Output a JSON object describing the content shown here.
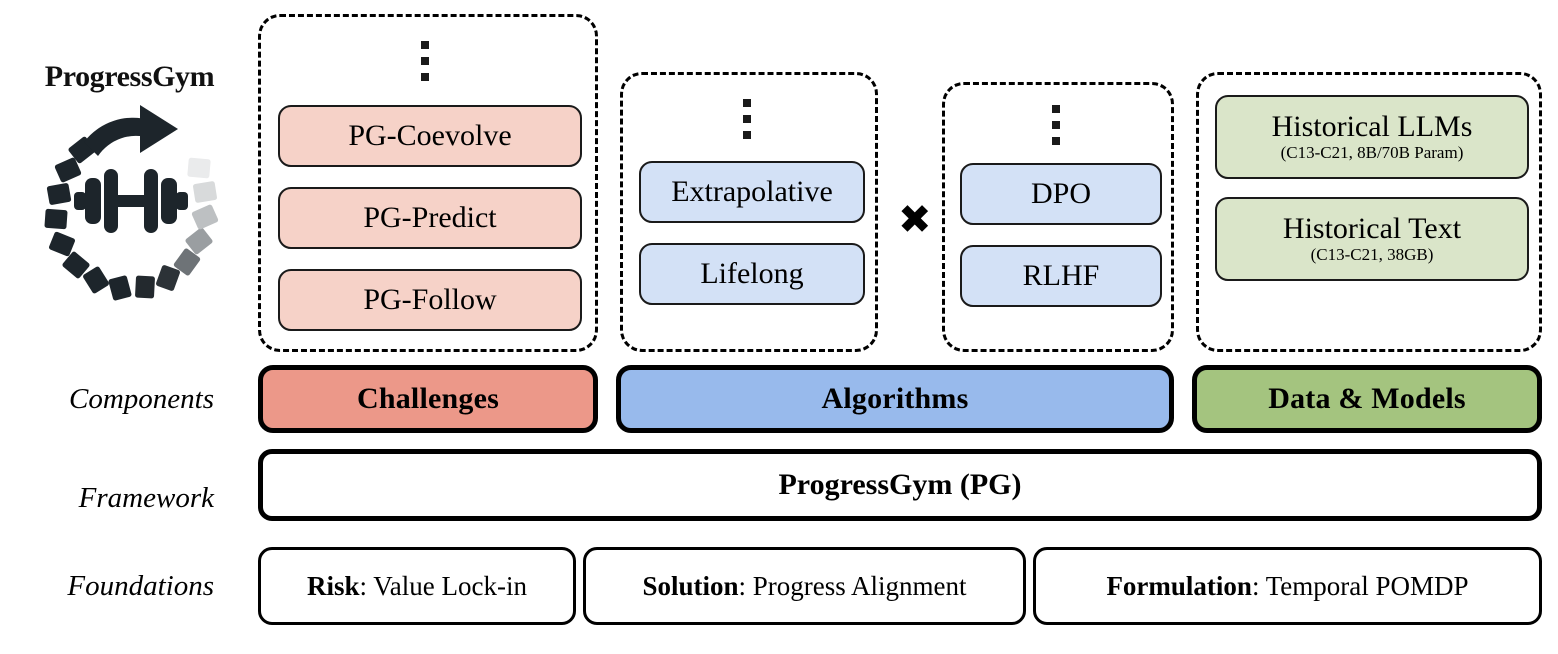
{
  "brand": {
    "title": "ProgressGym",
    "logo_icon": "progress-ring-dumbbell-icon"
  },
  "row_labels": {
    "components": "Components",
    "framework": "Framework",
    "foundations": "Foundations"
  },
  "groups": {
    "challenges": {
      "ellipsis_icon": "vertical-ellipsis-icon",
      "items": [
        {
          "label": "PG-Coevolve"
        },
        {
          "label": "PG-Predict"
        },
        {
          "label": "PG-Follow"
        }
      ]
    },
    "algorithms_left": {
      "ellipsis_icon": "vertical-ellipsis-icon",
      "items": [
        {
          "label": "Extrapolative"
        },
        {
          "label": "Lifelong"
        }
      ]
    },
    "algorithms_right": {
      "ellipsis_icon": "vertical-ellipsis-icon",
      "items": [
        {
          "label": "DPO"
        },
        {
          "label": "RLHF"
        }
      ]
    },
    "data_models": {
      "items": [
        {
          "label": "Historical LLMs",
          "sub": "(C13-C21, 8B/70B Param)"
        },
        {
          "label": "Historical Text",
          "sub": "(C13-C21, 38GB)"
        }
      ]
    }
  },
  "operator": {
    "cross": "✖"
  },
  "components": [
    {
      "label": "Challenges",
      "color": "#EC9889"
    },
    {
      "label": "Algorithms",
      "color": "#98BAEC"
    },
    {
      "label": "Data & Models",
      "color": "#A4C47F"
    }
  ],
  "framework": {
    "label": "ProgressGym (PG)"
  },
  "foundations": [
    {
      "key": "Risk",
      "sep": ": ",
      "value": "Value Lock-in"
    },
    {
      "key": "Solution",
      "sep": ": ",
      "value": "Progress Alignment"
    },
    {
      "key": "Formulation",
      "sep": ": ",
      "value": "Temporal POMDP"
    }
  ],
  "palette": {
    "pink_fill": "#F6D2C8",
    "blue_fill": "#D3E1F6",
    "green_fill": "#DAE5C9",
    "challenges_bar": "#EC9889",
    "algorithms_bar": "#98BAEC",
    "data_models_bar": "#A4C47F",
    "outline": "#000000",
    "background": "#FFFFFF"
  }
}
